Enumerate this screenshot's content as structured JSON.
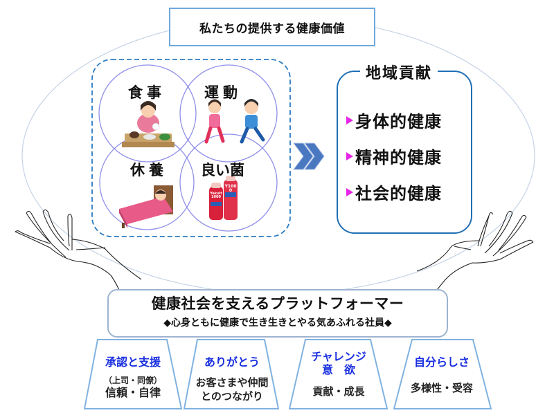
{
  "title": "私たちの提供する健康価値",
  "venn": {
    "items": [
      {
        "label": "食事",
        "illustration": "woman-eating-meal"
      },
      {
        "label": "運動",
        "illustration": "two-people-running"
      },
      {
        "label": "休養",
        "illustration": "person-sleeping-in-bed"
      },
      {
        "label": "良い菌",
        "illustration": "probiotic-drink-bottles"
      }
    ],
    "bottle_labels": [
      "Yakult 1000",
      "Y1000"
    ]
  },
  "arrow_icon": "double-chevron-right-icon",
  "contribution": {
    "title": "地域貢献",
    "bullet_icon": "pink-triangle-bullet",
    "items": [
      "身体的健康",
      "精神的健康",
      "社会的健康"
    ]
  },
  "platform": {
    "title": "健康社会を支えるプラットフォーマー",
    "subtitle": "◆心身ともに健康で生き生きとやる気あふれる社員◆"
  },
  "pillars": [
    {
      "heading": [
        "承認と支援"
      ],
      "sub": "（上司・同僚）",
      "body": [
        "信頼・自律"
      ]
    },
    {
      "heading": [
        "ありがとう"
      ],
      "sub": "",
      "body": [
        "お客さまや仲間",
        "とのつながり"
      ]
    },
    {
      "heading": [
        "チャレンジ",
        "意　欲"
      ],
      "sub": "",
      "body": [
        "貢献・成長"
      ]
    },
    {
      "heading": [
        "自分らしさ"
      ],
      "sub": "",
      "body": [
        "多様性・受容"
      ]
    }
  ],
  "colors": {
    "heading_blue": "#1a2fe0",
    "box_blue": "#1f6fb5",
    "dashed_blue": "#2a7bc4",
    "venn_circle": "#8f8fe8",
    "bullet_pink": "#e626e6",
    "trapezoid_border": "#7fb2e0",
    "ellipse": "#c5d3e6"
  }
}
